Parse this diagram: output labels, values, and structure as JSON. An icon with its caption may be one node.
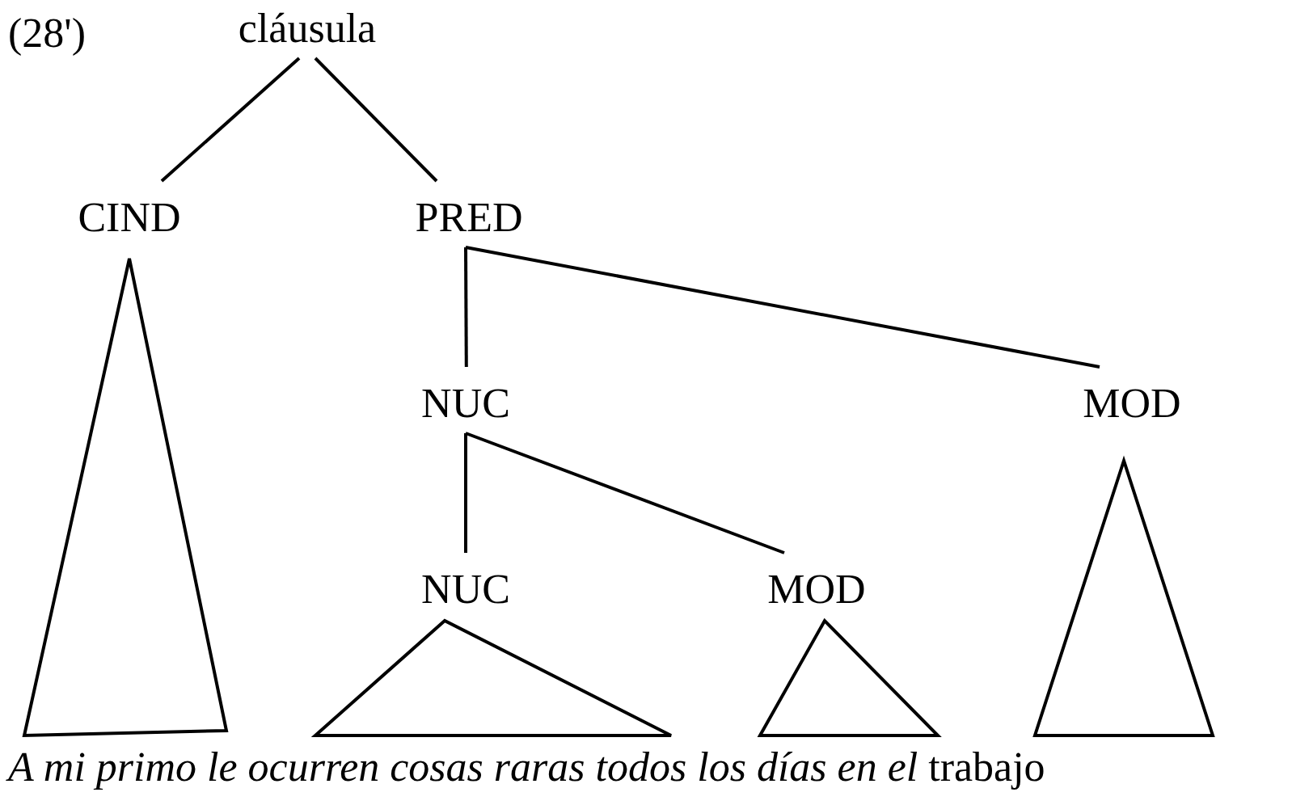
{
  "diagram": {
    "nodes": [
      {
        "text": [
          "cláusula"
        ]
      },
      {
        "text": [
          "CIND"
        ]
      },
      {
        "text": [
          "PRED"
        ]
      },
      {
        "text": [
          "NUC"
        ]
      },
      {
        "text": [
          "MOD"
        ]
      },
      {
        "text": [
          "NUC"
        ]
      },
      {
        "text": [
          "MOD"
        ]
      }
    ],
    "edges": [
      {
        "from": 0,
        "to": 1,
        "arrow": "none"
      },
      {
        "from": 0,
        "to": 2,
        "arrow": "none"
      },
      {
        "from": 2,
        "to": 3,
        "arrow": "none"
      },
      {
        "from": 2,
        "to": 4,
        "arrow": "none"
      },
      {
        "from": 3,
        "to": 5,
        "arrow": "none"
      },
      {
        "from": 3,
        "to": 6,
        "arrow": "none"
      }
    ],
    "labels": [
      "(28')",
      "*A mi primo le ocurren cosas raras todos los días en el* trabajo"
    ]
  }
}
